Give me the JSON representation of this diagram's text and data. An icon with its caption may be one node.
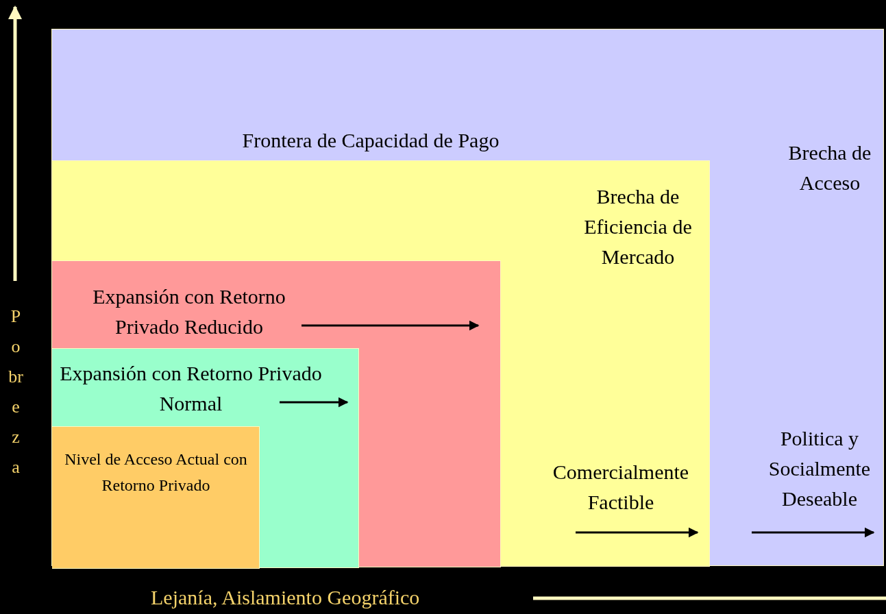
{
  "diagram": {
    "nodes": [
      {
        "text": [
          "Frontera de Capacidad de Pago",
          "Brecha de Acceso",
          "Politica y Socialmente Deseable"
        ]
      },
      {
        "text": [
          "Brecha de Eficiencia de Mercado",
          "Comercialmente Factible"
        ],
        "in": 0
      },
      {
        "text": [
          "Expansión con Retorno Privado Reducido"
        ],
        "in": 1
      },
      {
        "text": [
          "Expansión con Retorno Privado Normal"
        ],
        "in": 2
      },
      {
        "text": [
          "Nivel de Acceso Actual con Retorno Privado"
        ],
        "in": 3
      }
    ],
    "labels": [
      "Pobreza",
      "Lejanía, Aislamiento Geográfico"
    ]
  }
}
